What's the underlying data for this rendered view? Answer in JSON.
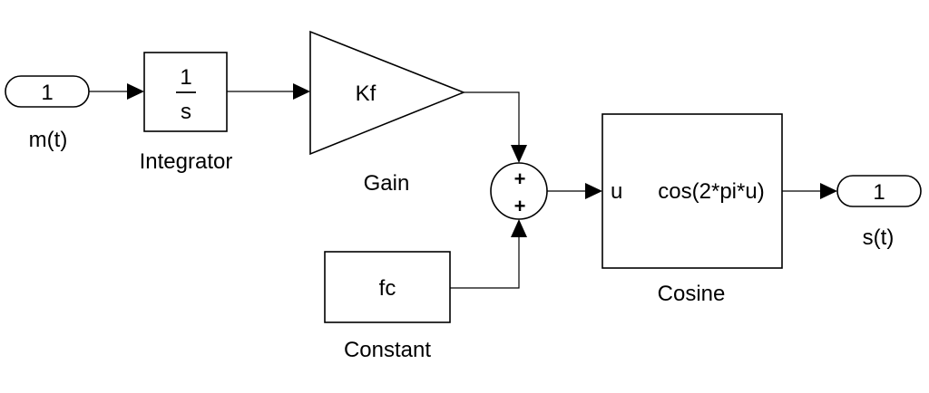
{
  "inport": {
    "number": "1",
    "name": "m(t)"
  },
  "integrator": {
    "numerator": "1",
    "denominator": "s",
    "name": "Integrator"
  },
  "gain": {
    "value": "Kf",
    "name": "Gain"
  },
  "sum": {
    "sign_top": "+",
    "sign_bottom": "+"
  },
  "constant": {
    "value": "fc",
    "name": "Constant"
  },
  "cosine": {
    "input_port": "u",
    "expression": "cos(2*pi*u)",
    "name": "Cosine"
  },
  "outport": {
    "number": "1",
    "name": "s(t)"
  }
}
